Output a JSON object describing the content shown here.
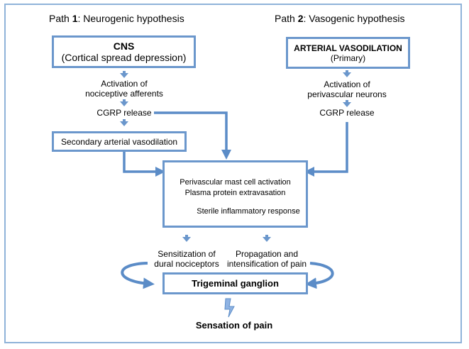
{
  "path1": {
    "prefix": "Path ",
    "number": "1",
    "suffix": ": Neurogenic hypothesis",
    "cns_title": "CNS",
    "cns_sub": "(Cortical spread depression)",
    "activation_line1": "Activation of",
    "activation_line2": "nociceptive afferents",
    "cgrp": "CGRP release",
    "secondary": "Secondary arterial vasodilation"
  },
  "path2": {
    "prefix": "Path ",
    "number": "2",
    "suffix": ": Vasogenic hypothesis",
    "arterial_title": "ARTERIAL VASODILATION",
    "arterial_sub": "(Primary)",
    "activation_line1": "Activation of",
    "activation_line2": "perivascular neurons",
    "cgrp": "CGRP release"
  },
  "center": {
    "line1": "Perivascular mast cell activation",
    "line2": "Plasma protein extravasation",
    "line3": "Sterile inflammatory response"
  },
  "lower": {
    "sens_line1": "Sensitization of",
    "sens_line2": "dural nociceptors",
    "prop_line1": "Propagation and",
    "prop_line2": "intensification of pain",
    "trigeminal": "Trigeminal ganglion",
    "pain": "Sensation of pain"
  },
  "colors": {
    "arrow": "#5b8cc7",
    "box_border": "#6b97cc",
    "frame": "#8fb3d9"
  }
}
